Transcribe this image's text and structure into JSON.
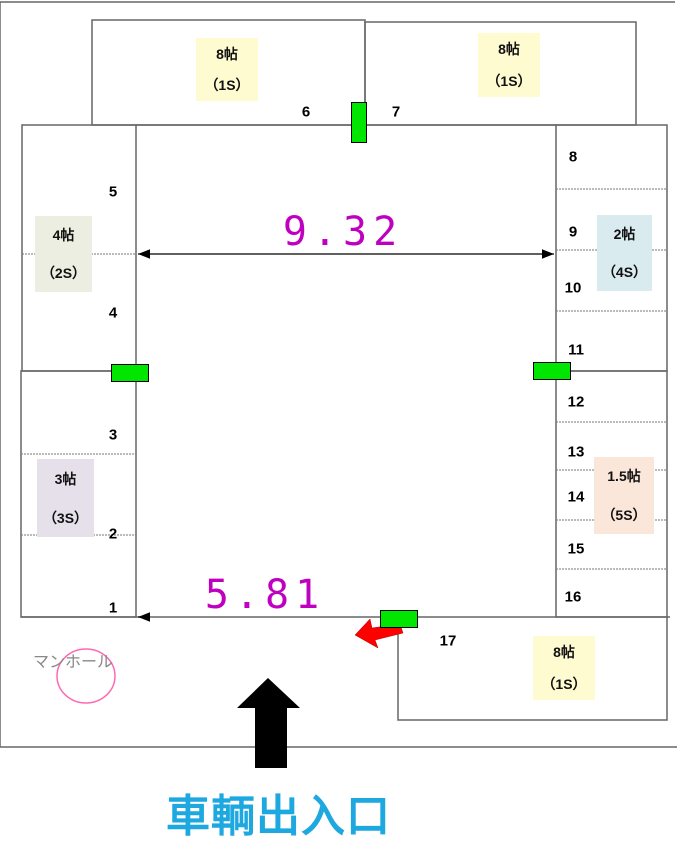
{
  "rooms": [
    {
      "size": "8帖",
      "spaces": "（1S）",
      "color": "#fffbd0"
    },
    {
      "size": "8帖",
      "spaces": "（1S）",
      "color": "#fffbd0"
    },
    {
      "size": "4帖",
      "spaces": "（2S）",
      "color": "#ebeee0"
    },
    {
      "size": "2帖",
      "spaces": "（4S）",
      "color": "#daebf0"
    },
    {
      "size": "3帖",
      "spaces": "（3S）",
      "color": "#e5e0ea"
    },
    {
      "size": "1.5帖",
      "spaces": "（5S）",
      "color": "#fbe6da"
    },
    {
      "size": "8帖",
      "spaces": "（1S）",
      "color": "#fffbd0"
    }
  ],
  "slots": [
    "1",
    "2",
    "3",
    "4",
    "5",
    "6",
    "7",
    "8",
    "9",
    "10",
    "11",
    "12",
    "13",
    "14",
    "15",
    "16",
    "17"
  ],
  "dimensions": {
    "width": "9.32",
    "depth": "5.81"
  },
  "manhole_label": "マンホール",
  "entrance_label": "車輌出入口",
  "colors": {
    "dimension": "#c000c0",
    "entrance": "#1ea8e0",
    "door": "#00e600",
    "arrow": "#ff0000",
    "manhole": "#ff69b4"
  }
}
